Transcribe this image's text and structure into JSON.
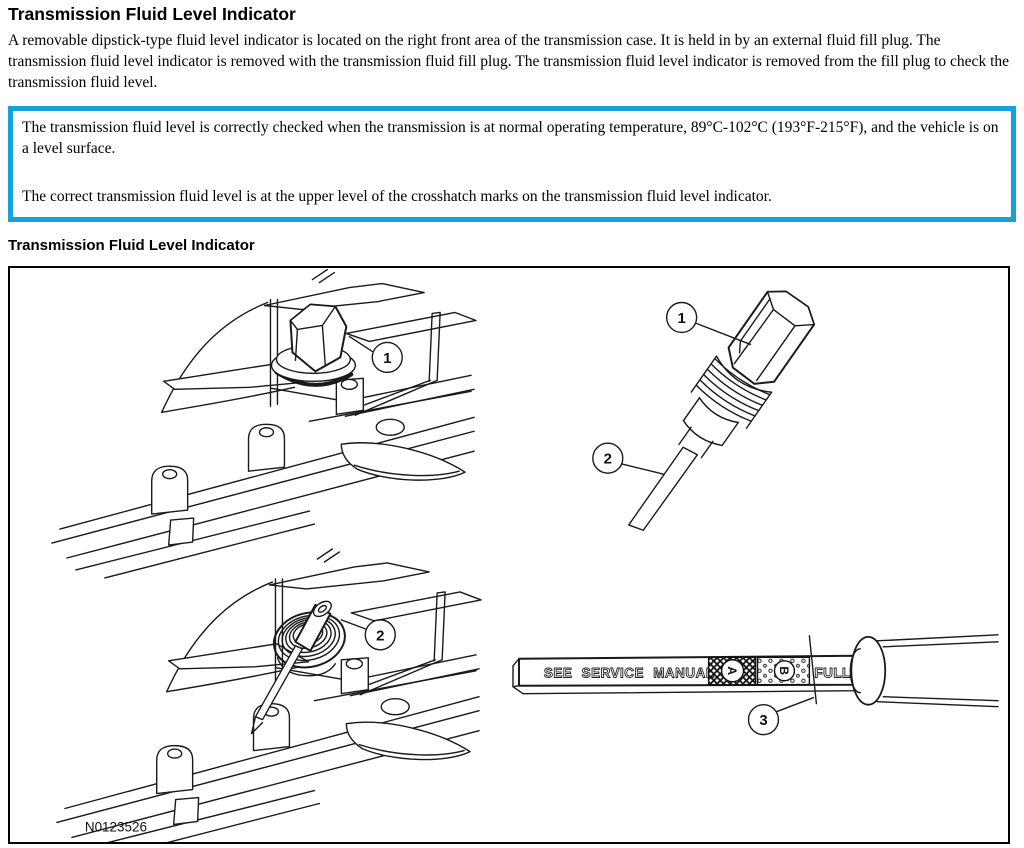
{
  "page": {
    "title": "Transmission Fluid Level Indicator",
    "intro": "A removable dipstick-type fluid level indicator is located on the right front area of the transmission case. It is held in by an external fluid fill plug. The transmission fluid level indicator is removed with the transmission fluid fill plug. The transmission fluid level indicator is removed from the fill plug to check the transmission fluid level."
  },
  "note_box": {
    "border_color": "#18A2DC",
    "para1": "The transmission fluid level is correctly checked when the transmission is at normal operating temperature, 89°C-102°C (193°F-215°F), and the vehicle is on a level surface.",
    "para2": "The correct transmission fluid level is at the upper level of the crosshatch marks on the transmission fluid level indicator."
  },
  "figure": {
    "heading": "Transmission Fluid Level Indicator",
    "id_label": "N0123526",
    "callouts": {
      "installed_plug": "1",
      "closeup_head": "1",
      "closeup_blade": "2",
      "removed_indicator": "2",
      "fluid_level_mark": "3"
    },
    "indicator_markings": {
      "service_text": "SEE SERVICE MANUAL",
      "zone_a": "A",
      "zone_b": "B",
      "full_label": "FULL"
    }
  }
}
